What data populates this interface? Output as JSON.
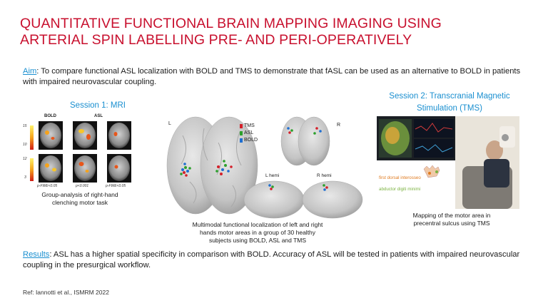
{
  "title": {
    "line1": "QUANTITATIVE FUNCTIONAL BRAIN MAPPING IMAGING USING",
    "line2": "ARTERIAL SPIN LABELLING PRE- AND PERI-OPERATIVELY"
  },
  "aim": {
    "label": "Aim",
    "text": ": To compare functional ASL localization with BOLD and TMS to demonstrate that fASL can be used as an alternative to BOLD in patients with impaired neurovascular coupling."
  },
  "session1": {
    "title": "Session 1: MRI",
    "col_bold": "BOLD",
    "col_asl": "ASL",
    "scale_top": "15",
    "scale_mid": "10",
    "scale2_top": "12",
    "scale2_bottom": "3",
    "p1": "p-FWE<0.05",
    "p2": "p<0.001",
    "p3": "p-FWE<0.05",
    "caption_line1": "Group-analysis of right-hand",
    "caption_line2": "clenching motor task"
  },
  "center": {
    "l_label": "L",
    "r_label": "R",
    "legend": [
      {
        "label": "TMS",
        "color": "#d4202a"
      },
      {
        "label": "ASL",
        "color": "#2ca02c"
      },
      {
        "label": "BOLD",
        "color": "#1f6fd1"
      }
    ],
    "l_hemi": "L hemi",
    "r_hemi": "R hemi",
    "caption_line1": "Multimodal functional localization of left and right",
    "caption_line2": "hands motor areas in a group of 30 healthy",
    "caption_line3": "subjects using BOLD, ASL and TMS"
  },
  "session2": {
    "title_line1": "Session 2: Transcranial Magnetic",
    "title_line2": "Stimulation (TMS)",
    "muscle1": "first dorsal interosseo",
    "muscle2": "abductor digiti minimi",
    "muscle1_color": "#e07b20",
    "muscle2_color": "#7cb342",
    "caption_line1": "Mapping of the motor area in",
    "caption_line2": "precentral sulcus using TMS"
  },
  "results": {
    "label": "Results",
    "text": ": ASL has a higher spatial specificity in comparison with BOLD. Accuracy of ASL will be tested in patients with impaired neurovascular coupling in the presurgical workflow."
  },
  "ref": "Ref: Iannotti et al., ISMRM 2022",
  "colors": {
    "title": "#c8102e",
    "accent": "#1a8fd0"
  }
}
